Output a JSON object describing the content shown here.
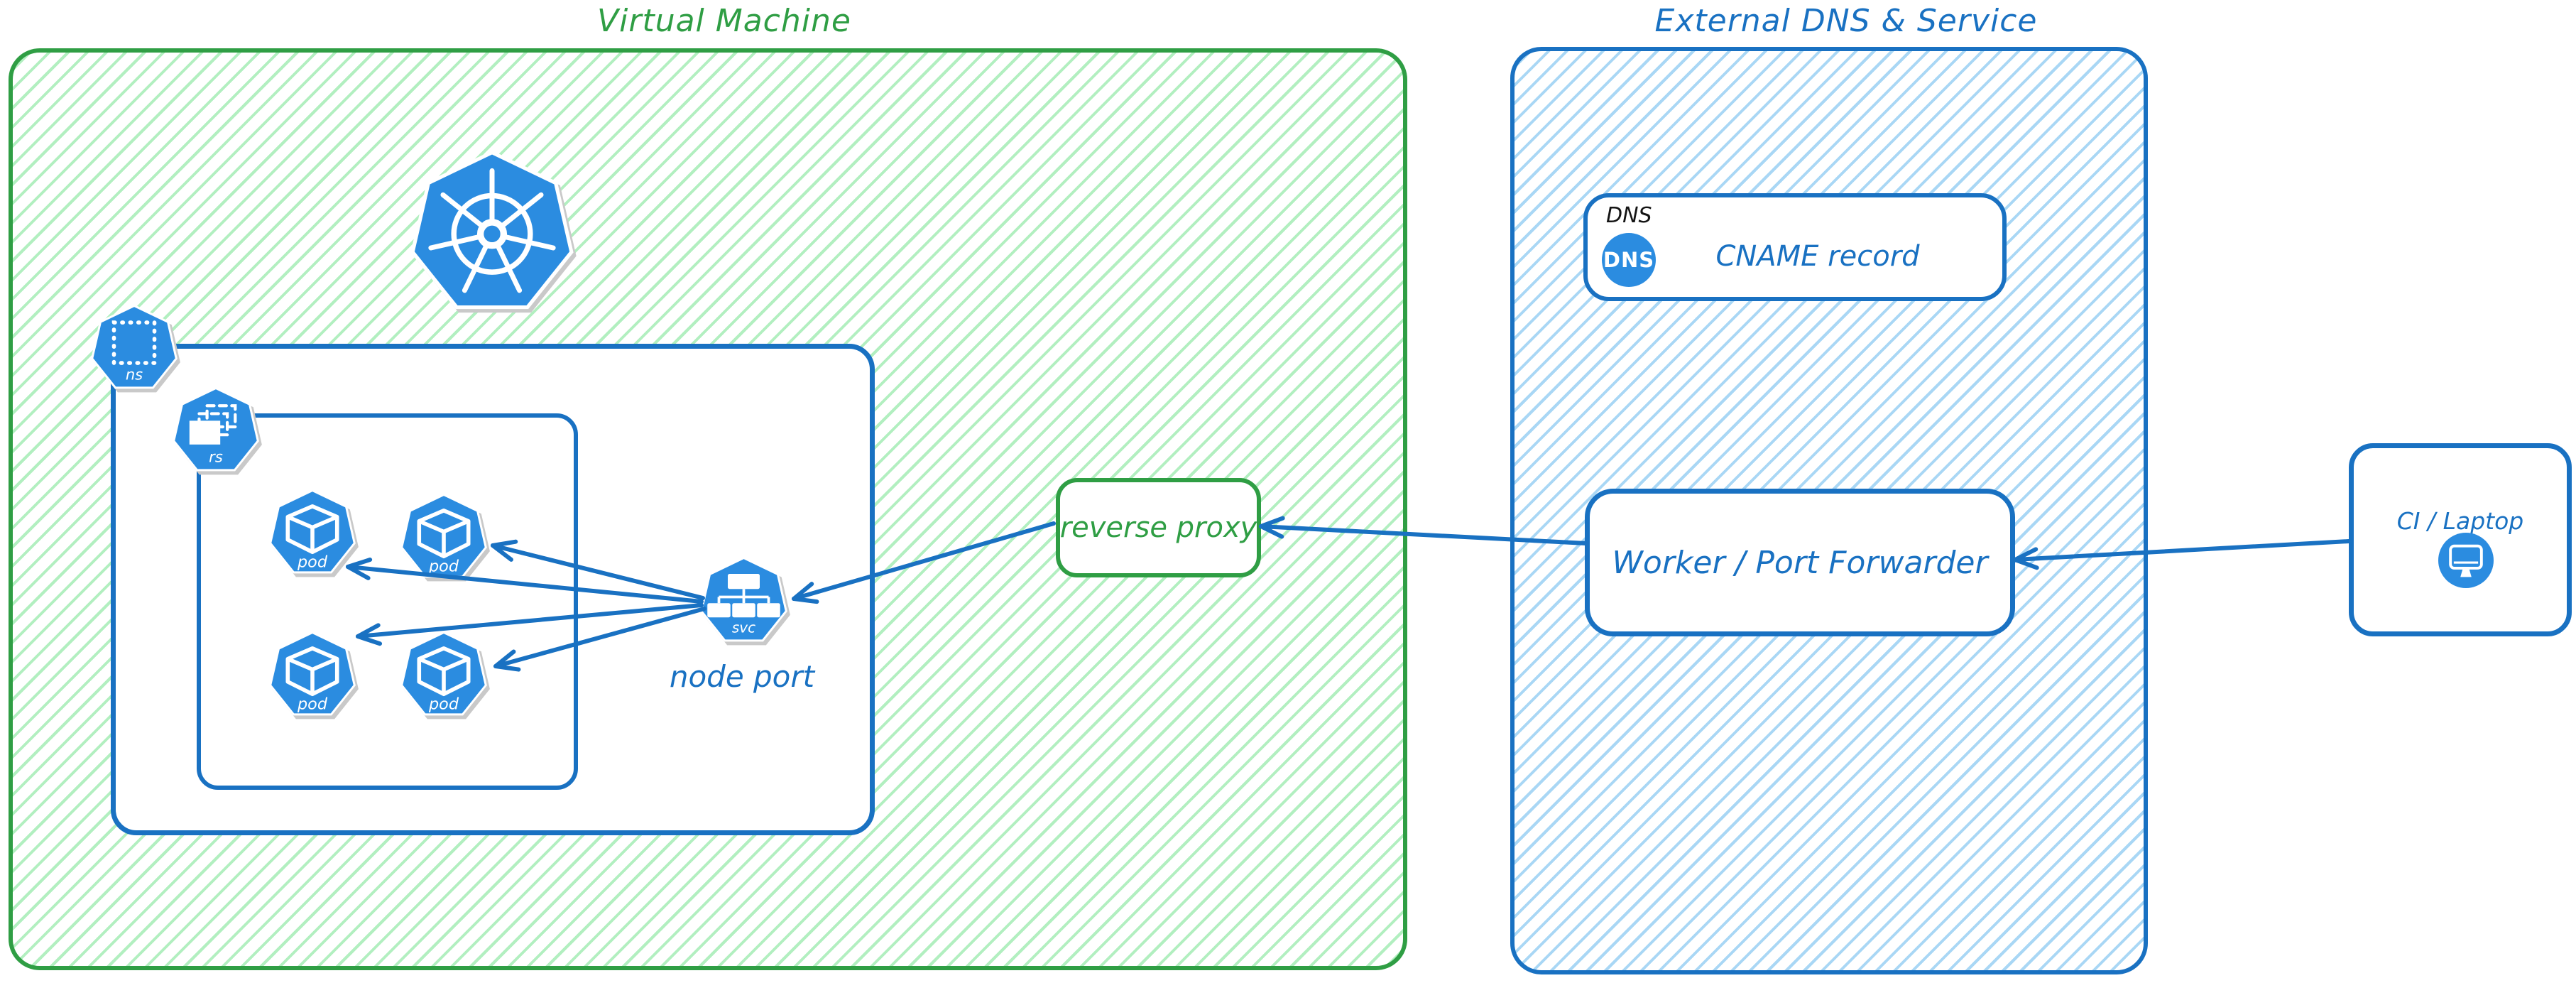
{
  "colors": {
    "green_accent": "#2f9e44",
    "green_hatch": "#b2efc0",
    "blue_accent": "#1971c2",
    "blue_hatch": "#a9d7f5",
    "icon_blue": "#2b8ce0",
    "dns_label_color": "#141414"
  },
  "vm_group": {
    "title": "Virtual Machine",
    "kubernetes": {
      "logo": "kubernetes-logo",
      "namespace_label": "ns",
      "replicaset_label": "rs",
      "pods": [
        {
          "label": "pod"
        },
        {
          "label": "pod"
        },
        {
          "label": "pod"
        },
        {
          "label": "pod"
        }
      ],
      "service_label": "svc",
      "service_caption": "node port"
    },
    "reverse_proxy_label": "reverse proxy"
  },
  "external_group": {
    "title": "External DNS & Service",
    "dns": {
      "group_label": "DNS",
      "icon_text": "DNS",
      "record_label": "CNAME record"
    },
    "worker_label": "Worker / Port Forwarder"
  },
  "client": {
    "label": "CI / Laptop"
  }
}
